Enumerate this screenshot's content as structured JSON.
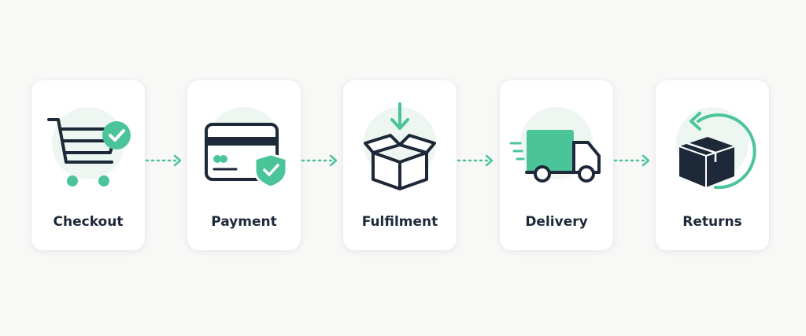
{
  "colors": {
    "background": "#f8f8f7",
    "card": "#ffffff",
    "accent": "#4cc49a",
    "ink": "#1d2838",
    "halo": "#eef6f2"
  },
  "steps": [
    {
      "label": "Checkout",
      "icon": "shopping-cart-check-icon"
    },
    {
      "label": "Payment",
      "icon": "credit-card-shield-icon"
    },
    {
      "label": "Fulfilment",
      "icon": "open-box-arrow-icon"
    },
    {
      "label": "Delivery",
      "icon": "delivery-truck-icon"
    },
    {
      "label": "Returns",
      "icon": "box-return-arrow-icon"
    }
  ]
}
